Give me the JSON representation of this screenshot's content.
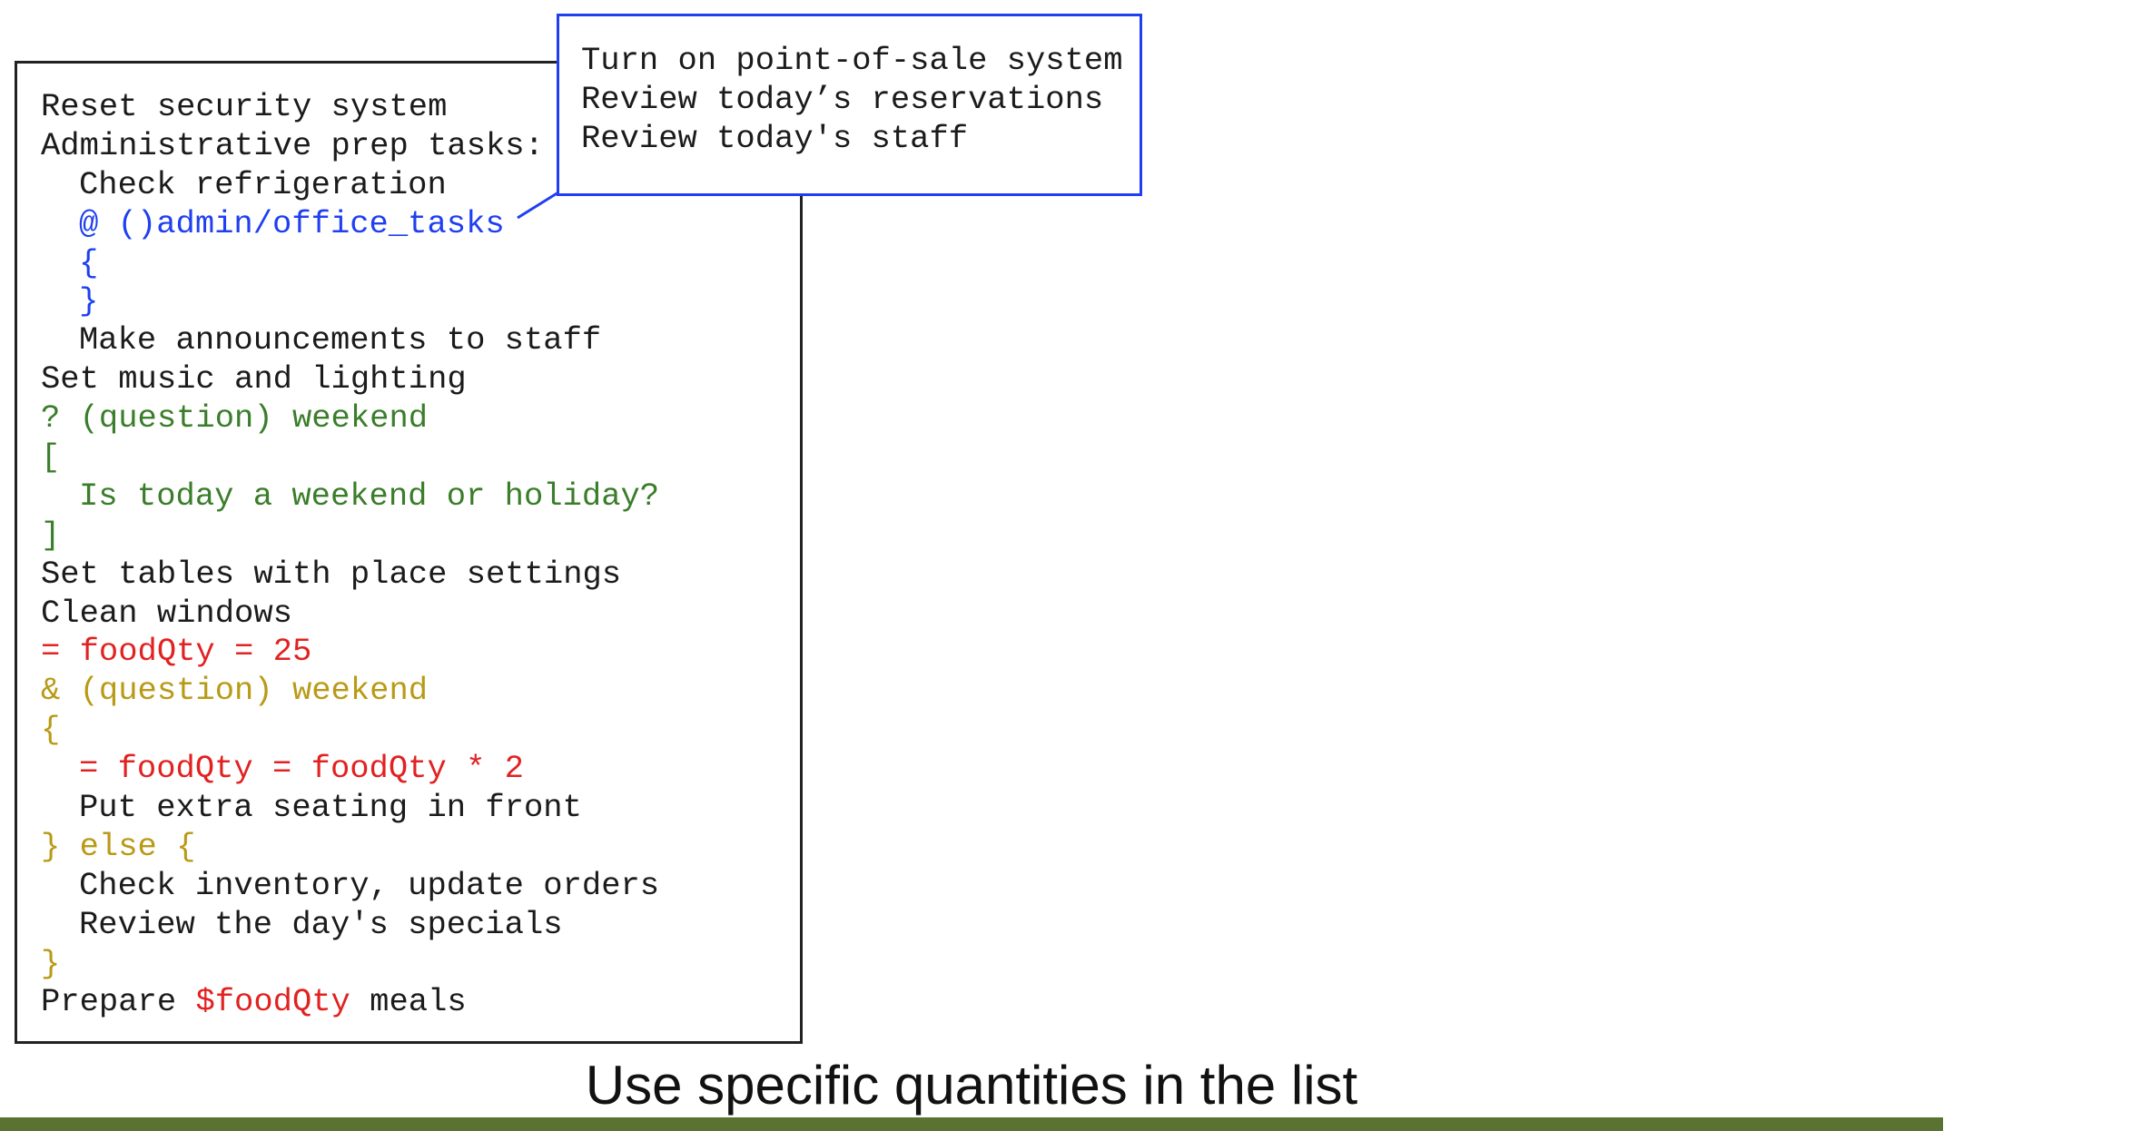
{
  "code_lines": [
    {
      "indent": 0,
      "color": "dark",
      "segments": [
        {
          "text": "Reset security system",
          "color": "dark"
        }
      ]
    },
    {
      "indent": 0,
      "color": "dark",
      "segments": [
        {
          "text": "Administrative prep tasks:",
          "color": "dark"
        }
      ]
    },
    {
      "indent": 1,
      "color": "dark",
      "segments": [
        {
          "text": "Check refrigeration",
          "color": "dark"
        }
      ]
    },
    {
      "indent": 1,
      "color": "blue",
      "segments": [
        {
          "text": "@ ()admin/office_tasks",
          "color": "blue"
        }
      ]
    },
    {
      "indent": 1,
      "color": "blue",
      "segments": [
        {
          "text": "{",
          "color": "blue"
        }
      ]
    },
    {
      "indent": 1,
      "color": "blue",
      "segments": [
        {
          "text": "}",
          "color": "blue"
        }
      ]
    },
    {
      "indent": 1,
      "color": "dark",
      "segments": [
        {
          "text": "Make announcements to staff",
          "color": "dark"
        }
      ]
    },
    {
      "indent": 0,
      "color": "dark",
      "segments": [
        {
          "text": "Set music and lighting",
          "color": "dark"
        }
      ]
    },
    {
      "indent": 0,
      "color": "green",
      "segments": [
        {
          "text": "? (question) weekend",
          "color": "green"
        }
      ]
    },
    {
      "indent": 0,
      "color": "green",
      "segments": [
        {
          "text": "[",
          "color": "green"
        }
      ]
    },
    {
      "indent": 1,
      "color": "green",
      "segments": [
        {
          "text": "Is today a weekend or holiday?",
          "color": "green"
        }
      ]
    },
    {
      "indent": 0,
      "color": "green",
      "segments": [
        {
          "text": "]",
          "color": "green"
        }
      ]
    },
    {
      "indent": 0,
      "color": "dark",
      "segments": [
        {
          "text": "Set tables with place settings",
          "color": "dark"
        }
      ]
    },
    {
      "indent": 0,
      "color": "dark",
      "segments": [
        {
          "text": "Clean windows",
          "color": "dark"
        }
      ]
    },
    {
      "indent": 0,
      "color": "red",
      "segments": [
        {
          "text": "= foodQty = 25",
          "color": "red"
        }
      ]
    },
    {
      "indent": 0,
      "color": "gold",
      "segments": [
        {
          "text": "& (question) weekend",
          "color": "gold"
        }
      ]
    },
    {
      "indent": 0,
      "color": "gold",
      "segments": [
        {
          "text": "{",
          "color": "gold"
        }
      ]
    },
    {
      "indent": 1,
      "color": "red",
      "segments": [
        {
          "text": "= foodQty = foodQty * 2",
          "color": "red"
        }
      ]
    },
    {
      "indent": 1,
      "color": "dark",
      "segments": [
        {
          "text": "Put extra seating in front",
          "color": "dark"
        }
      ]
    },
    {
      "indent": 0,
      "color": "gold",
      "segments": [
        {
          "text": "} else {",
          "color": "gold"
        }
      ]
    },
    {
      "indent": 1,
      "color": "dark",
      "segments": [
        {
          "text": "Check inventory, update orders",
          "color": "dark"
        }
      ]
    },
    {
      "indent": 1,
      "color": "dark",
      "segments": [
        {
          "text": "Review the day's specials",
          "color": "dark"
        }
      ]
    },
    {
      "indent": 0,
      "color": "gold",
      "segments": [
        {
          "text": "}",
          "color": "gold"
        }
      ]
    },
    {
      "indent": 0,
      "color": "dark",
      "segments": [
        {
          "text": "Prepare ",
          "color": "dark"
        },
        {
          "text": "$foodQty",
          "color": "red"
        },
        {
          "text": " meals",
          "color": "dark"
        }
      ]
    }
  ],
  "popup_lines": [
    "Turn on point-of-sale system",
    "Review today’s reservations",
    "Review today's staff"
  ],
  "caption": "Use specific quantities in the list",
  "colors": {
    "dark": "#1b1b1b",
    "blue": "#1f3ff0",
    "green": "#3a7d2a",
    "red": "#e22121",
    "gold": "#b99a16",
    "footer_bar": "#5a7333"
  }
}
